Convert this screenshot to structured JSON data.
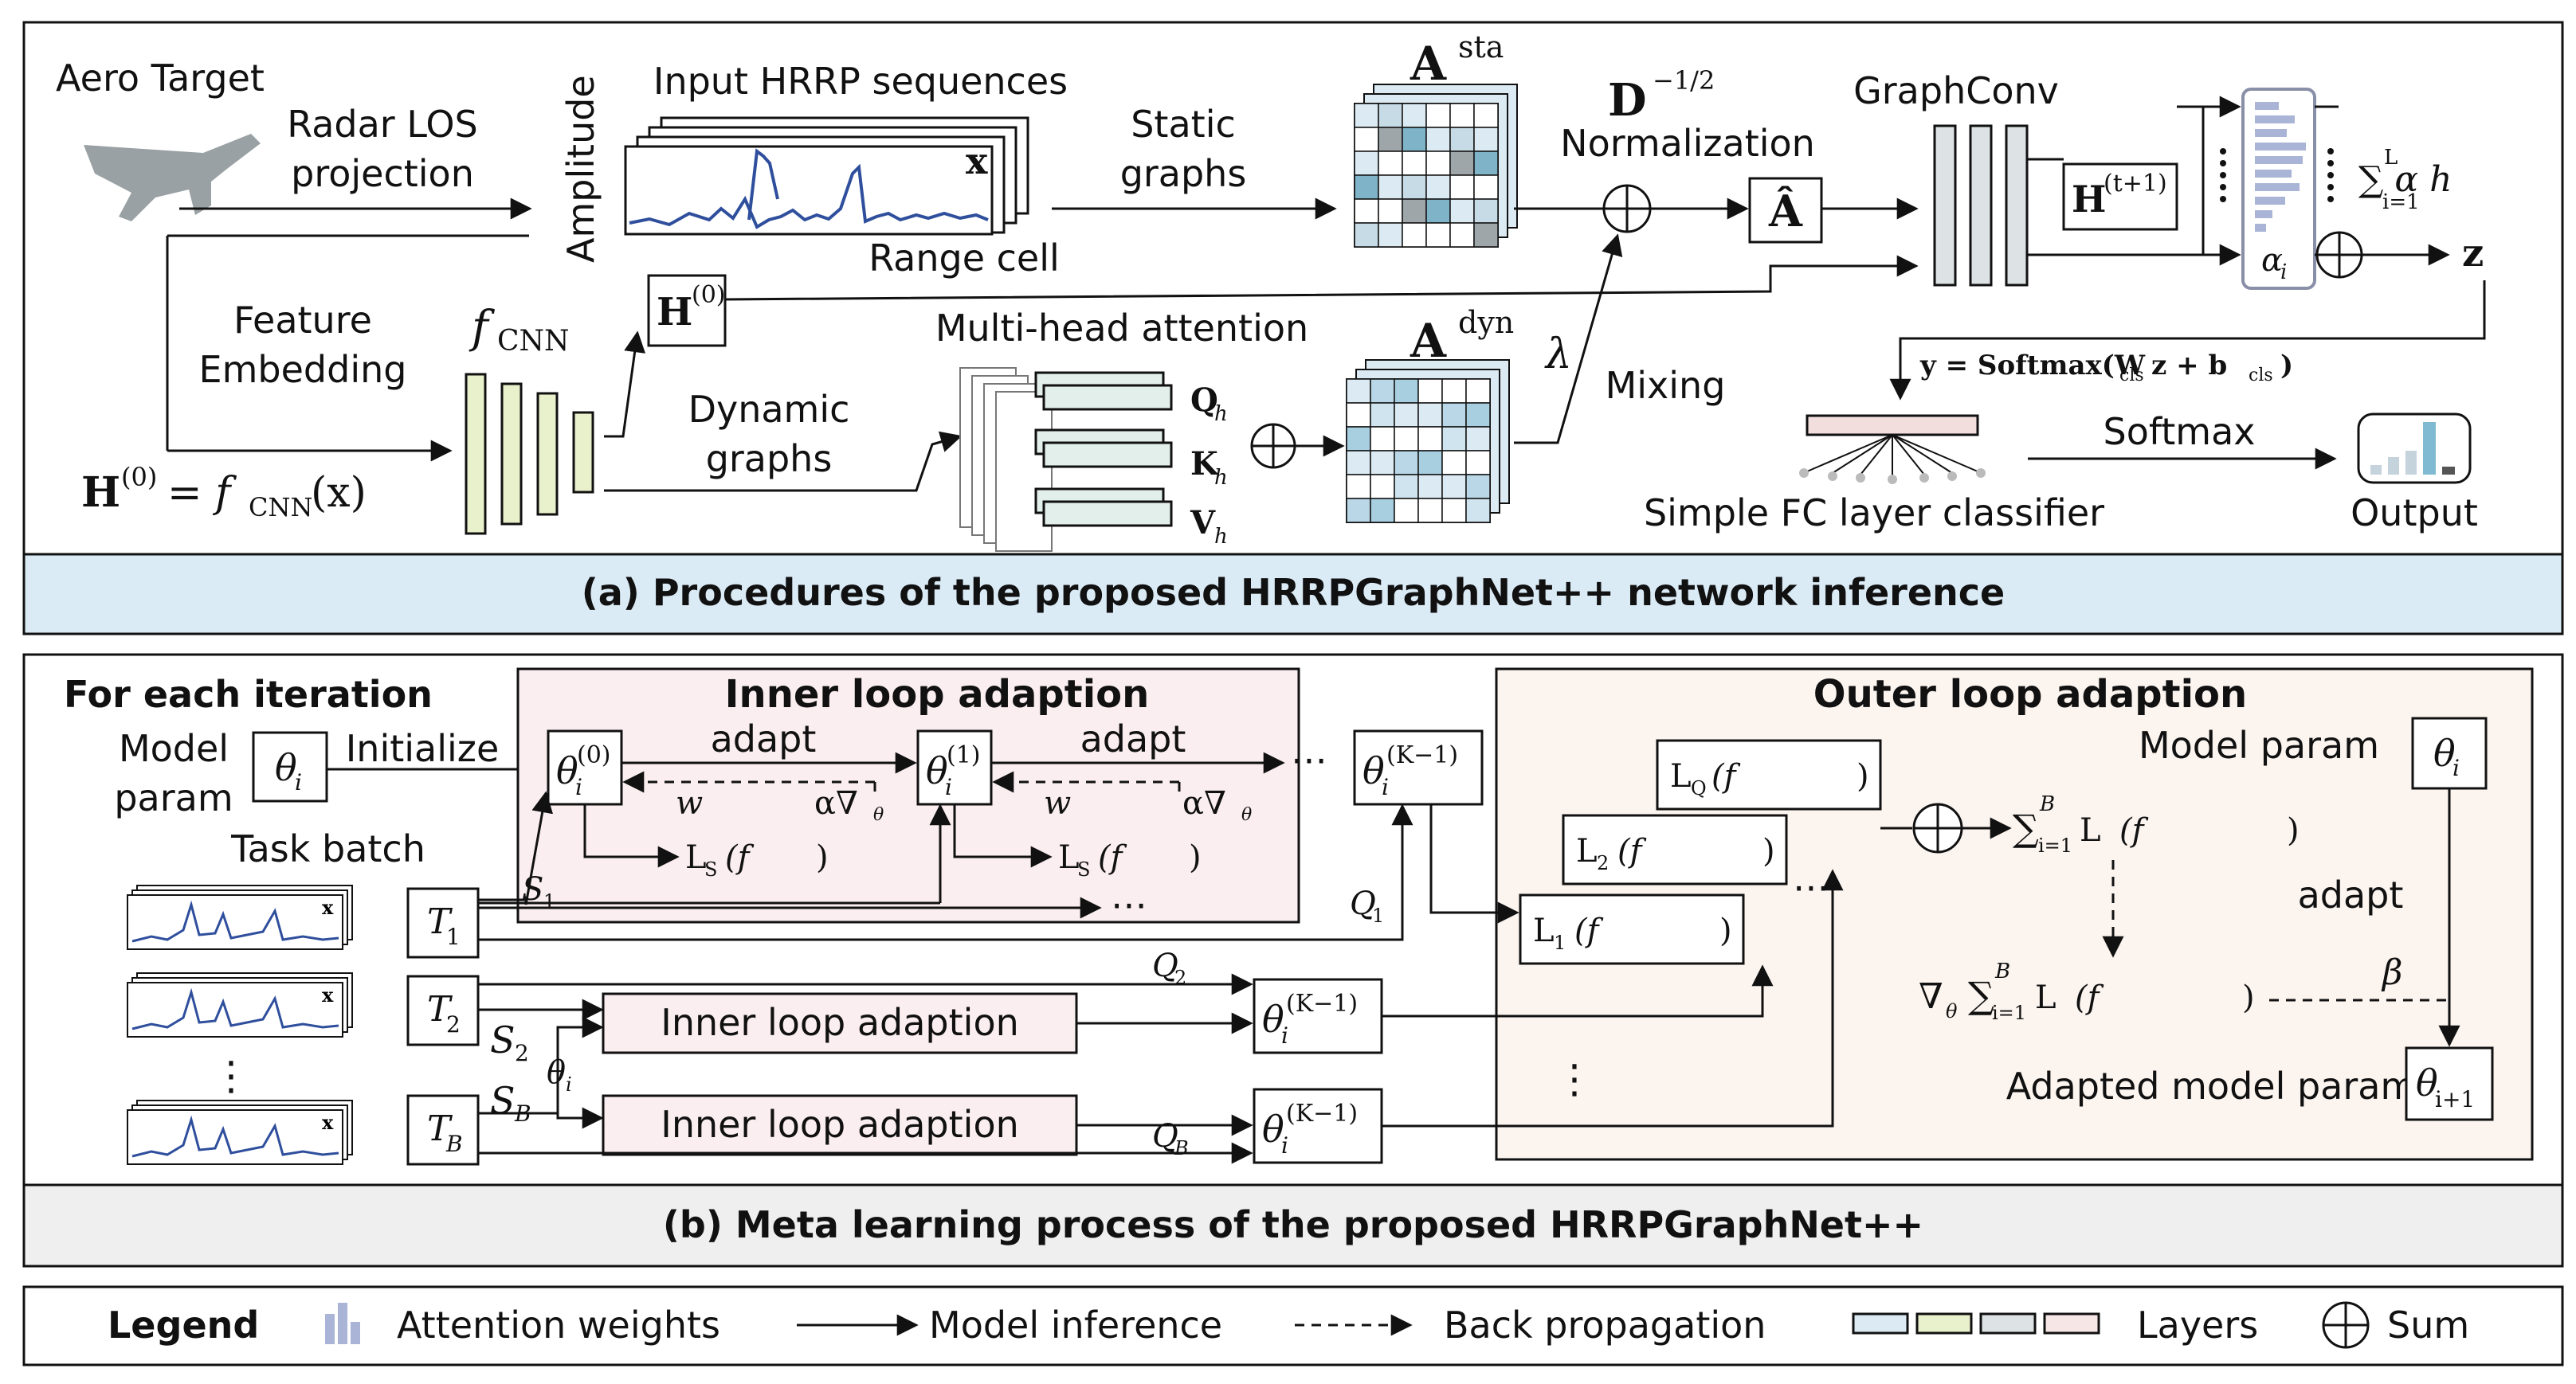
{
  "part_a": {
    "caption": "(a) Procedures of the proposed HRRPGraphNet++ network inference",
    "aero_target": "Aero Target",
    "radar_los_1": "Radar LOS",
    "radar_los_2": "projection",
    "input_hrrp": "Input HRRP sequences",
    "amplitude": "Amplitude",
    "range_cell": "Range cell",
    "x_symbol": "x",
    "static_1": "Static",
    "static_2": "graphs",
    "a_sta": "A",
    "a_sta_sup": "sta",
    "d_norm": "D",
    "d_norm_sup": "−1/2",
    "normalization": "Normalization",
    "a_hat": "Â",
    "graphconv": "GraphConv",
    "h_t1": "H",
    "h_t1_sup": "(t+1)",
    "alpha_i": "α",
    "alpha_i_sub": "i",
    "sum_expr": "∑ α h",
    "sum_sup": "L",
    "sum_sub": "i=1",
    "z_symbol": "z",
    "feature_1": "Feature",
    "feature_2": "Embedding",
    "fcnn": "f",
    "fcnn_sub": "CNN",
    "h0_box": "H",
    "h0_box_sup": "(0)",
    "h0_eq_left": "H",
    "h0_eq_sup": "(0)",
    "h0_eq_right": "= f",
    "h0_eq_sub": "CNN",
    "h0_eq_tail": "(x)",
    "mha": "Multi-head attention",
    "dynamic_1": "Dynamic",
    "dynamic_2": "graphs",
    "q_h": "Q",
    "k_h": "K",
    "v_h": "V",
    "h_sub": "h",
    "a_dyn": "A",
    "a_dyn_sup": "dyn",
    "lambda": "λ",
    "mixing": "Mixing",
    "y_eq": "y = Softmax(W",
    "y_eq_sub1": "cls",
    "y_eq_mid": "z + b",
    "y_eq_sub2": "cls",
    "y_eq_end": ")",
    "softmax": "Softmax",
    "fc_classifier": "Simple FC layer classifier",
    "output": "Output"
  },
  "part_b": {
    "caption": "(b) Meta learning process of the proposed HRRPGraphNet++",
    "for_each": "For each iteration",
    "model_param_1": "Model",
    "model_param_2": "param",
    "theta_i": "θ",
    "i_sub": "i",
    "initialize": "Initialize",
    "task_batch": "Task batch",
    "t1": "T",
    "t1_sub": "1",
    "t2": "T",
    "t2_sub": "2",
    "tb": "T",
    "tb_sub": "B",
    "inner_title": "Inner loop adaption",
    "adapt": "adapt",
    "w": "w",
    "alpha_grad": "α∇",
    "sup0": "(0)",
    "sup1": "(1)",
    "supK": "(K−1)",
    "dots": "⋯",
    "vdots": "⋮",
    "loss_S": "L",
    "loss_S_sub": "S",
    "f_theta": "(f",
    "close": ")",
    "s1": "S",
    "s1_sub": "1",
    "s2": "S",
    "s2_sub": "2",
    "sb": "S",
    "sb_sub": "B",
    "q1": "Q",
    "q1_sub": "1",
    "q2": "Q",
    "q2_sub": "2",
    "qb": "Q",
    "qb_sub": "B",
    "inner_box_2": "Inner loop adaption",
    "inner_box_3": "Inner loop adaption",
    "outer_title": "Outer loop adaption",
    "loss_Q": "L",
    "loss_QB_sub": "Q",
    "sum_B": "∑",
    "sum_B_sup": "B",
    "sum_B_sub": "i=1",
    "grad_theta": "∇",
    "model_param": "Model param",
    "adapted_param": "Adapted model param",
    "theta_i1_sub": "i+1",
    "beta": "β"
  },
  "legend": {
    "title": "Legend",
    "attention": "Attention weights",
    "inference": "Model inference",
    "backprop": "Back propagation",
    "layers": "Layers",
    "sum": "Sum"
  },
  "colors": {
    "caption_a_bg": "#dbebf6",
    "caption_b_bg": "#efefef",
    "inner_bg": "#fbeef1",
    "outer_bg": "#fbf4ef",
    "layer_green": "#e9f0cc",
    "layer_gray": "#dde3e4",
    "grid_blue": "#dcebf3",
    "signal": "#2f4f9d",
    "attention": "#a9b4d6",
    "legend_pink": "#f6e6e6"
  }
}
